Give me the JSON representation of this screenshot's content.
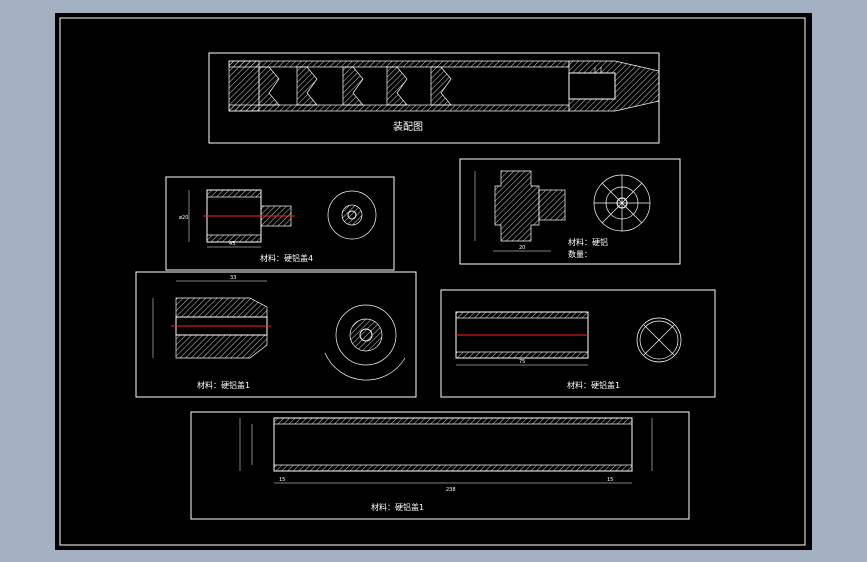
{
  "colors": {
    "background": "#a3b0c1",
    "canvas": "#000000",
    "lines": "#ffffff",
    "centerline": "#ff2020"
  },
  "assembly": {
    "title": "装配图"
  },
  "part1": {
    "material": "材料：硬铝盖4",
    "dim_len": "45",
    "dim_dia": "ø20"
  },
  "part2": {
    "material": "材料：硬铝",
    "qty": "数量：",
    "dim_len": "20"
  },
  "part3": {
    "material": "材料：硬铝盖1",
    "dim_len": "33"
  },
  "part4": {
    "material": "材料：硬铝盖1",
    "dim_len": "75"
  },
  "part5": {
    "material": "材料：硬铝盖1",
    "dim_len": "238",
    "dim_left": "15",
    "dim_right": "15"
  }
}
